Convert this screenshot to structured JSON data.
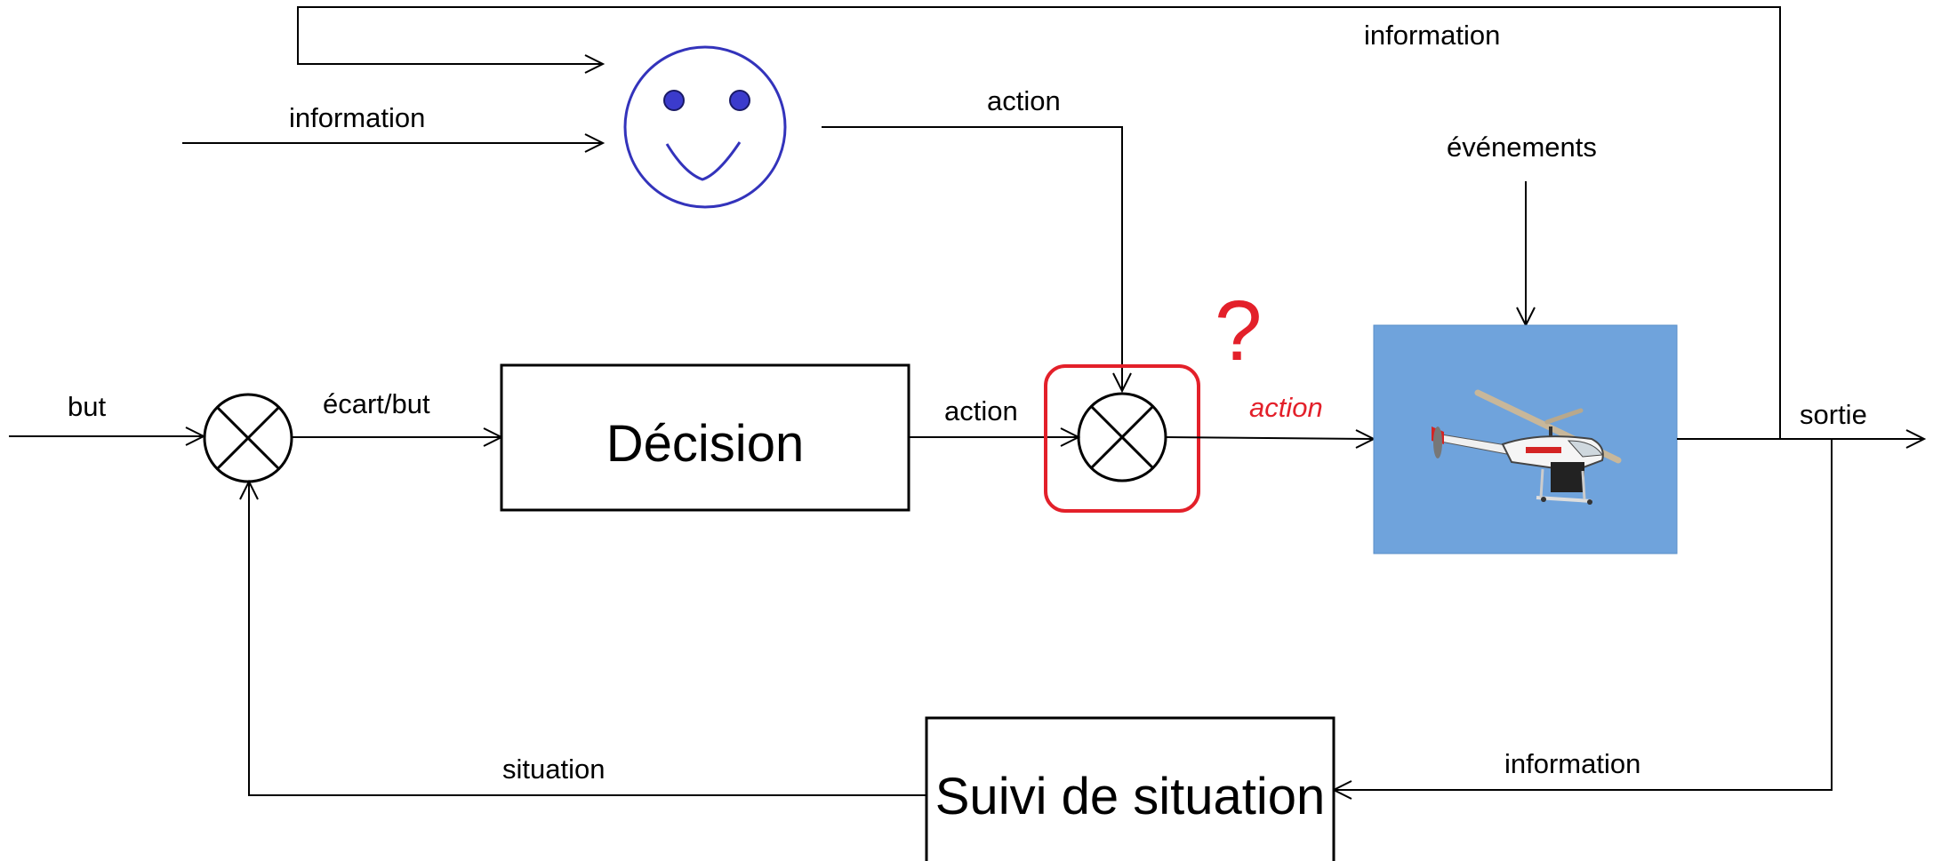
{
  "labels": {
    "information_top": "information",
    "information_left": "information",
    "action_human": "action",
    "evenements": "événements",
    "question_mark": "?",
    "but": "but",
    "ecart_but": "écart/but",
    "action_decision": "action",
    "action_output": "action",
    "sortie": "sortie",
    "situation": "situation",
    "information_feedback": "information"
  },
  "blocks": {
    "decision": "Décision",
    "suivi": "Suivi de situation"
  },
  "colors": {
    "highlight": "#e3202a",
    "face": "#3333bb",
    "eyes": "#3b3bcc",
    "sky": "#6fa3dc"
  },
  "icons": {
    "human": "smiley-face-icon",
    "system": "helicopter-photo",
    "summing_junction": "circle-cross-icon"
  }
}
